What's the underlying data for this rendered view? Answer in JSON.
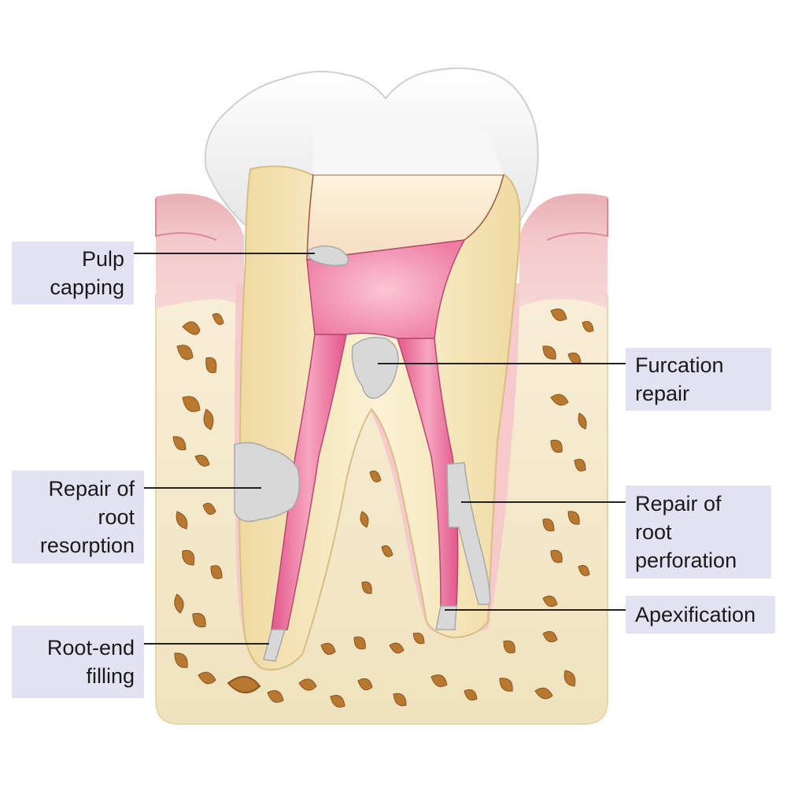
{
  "labels": {
    "pulp_capping": "Pulp\ncapping",
    "furcation_repair": "Furcation\nrepair",
    "root_resorption": "Repair of\nroot\nresorption",
    "root_perforation": "Repair of\nroot\nperforation",
    "apexification": "Apexification",
    "root_end_filling": "Root-end\nfilling"
  },
  "colors": {
    "label_background": "#e3e2f3",
    "bone": "#f5ecd2",
    "bone_dark": "#c9b07a",
    "gum": "#f1c3c6",
    "dentin": "#f3e4b8",
    "pulp": "#ea6d98",
    "enamel": "#f2f2f2",
    "repair_material": "#d9d9d9",
    "bone_pore": "#b5752d"
  }
}
